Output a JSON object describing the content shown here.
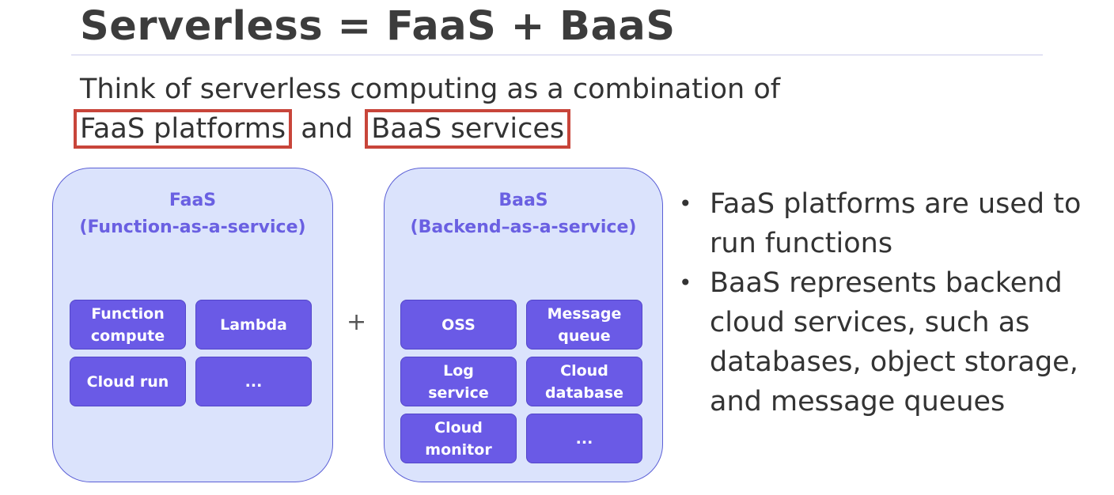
{
  "title": "Serverless = FaaS + BaaS",
  "intro": {
    "line1": "Think of serverless computing as a combination of",
    "highlight1": "FaaS platforms",
    "connector": "and",
    "highlight2": "BaaS services"
  },
  "highlight_color": "#c8453a",
  "faas": {
    "title": "FaaS",
    "subtitle": "(Function-as-a-service)",
    "items": [
      [
        "Function",
        "compute"
      ],
      [
        "Lambda"
      ],
      [
        "Cloud run"
      ],
      [
        "..."
      ]
    ]
  },
  "plus": "+",
  "baas": {
    "title": "BaaS",
    "subtitle": "(Backend–as-a-service)",
    "items": [
      [
        "OSS"
      ],
      [
        "Message",
        "queue"
      ],
      [
        "Log",
        "service"
      ],
      [
        "Cloud",
        "database"
      ],
      [
        "Cloud",
        "monitor"
      ],
      [
        "..."
      ]
    ]
  },
  "bullets": [
    "FaaS platforms are used to run functions",
    "BaaS represents backend cloud services, such as databases, object storage, and message queues"
  ],
  "colors": {
    "panel_fill": "#dbe3fc",
    "panel_title": "#6a60e2",
    "cell_fill": "#6a5ae6"
  }
}
